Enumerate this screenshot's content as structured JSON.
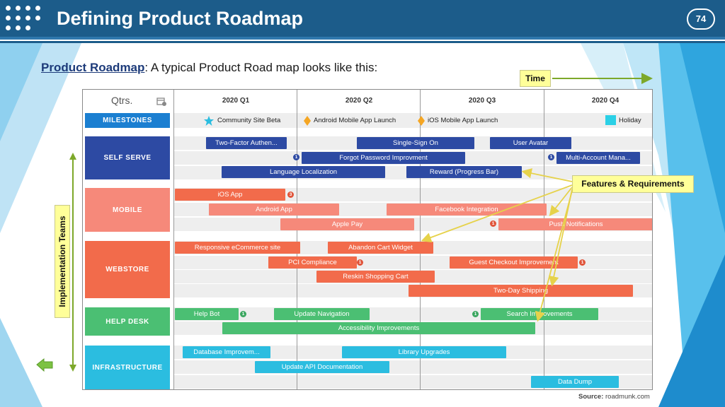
{
  "header": {
    "title": "Defining Product Roadmap",
    "page_number": "74"
  },
  "intro": {
    "lead": "Product Roadmap",
    "rest": ": A typical Product Road map looks like this:"
  },
  "roadmap": {
    "corner_label": "Qtrs.",
    "quarters": [
      "2020 Q1",
      "2020 Q2",
      "2020 Q3",
      "2020 Q4"
    ],
    "milestones_label": "MILESTONES",
    "milestones": [
      "Community Site Beta",
      "Android Mobile App Launch",
      "iOS Mobile App Launch",
      "Holiday"
    ],
    "teams": [
      "SELF SERVE",
      "MOBILE",
      "WEBSTORE",
      "HELP DESK",
      "INFRASTRUCTURE"
    ],
    "bars": {
      "self_serve": [
        "Two-Factor Authen...",
        "Single-Sign On",
        "User Avatar",
        "Forgot Password Improvment",
        "Multi-Account Mana...",
        "Language Localization",
        "Reward (Progress Bar)"
      ],
      "mobile": [
        "iOS App",
        "Android App",
        "Facebook Integration",
        "Apple Pay",
        "Push Notifications"
      ],
      "webstore": [
        "Responsive eCommerce site",
        "Abandon Cart Widget",
        "PCI Compliance",
        "Guest Checkout Improvement",
        "Reskin Shopping Cart",
        "Two-Day Shipping"
      ],
      "help_desk": [
        "Help Bot",
        "Update Navigation",
        "Search Improvements",
        "Accessibility Improvements"
      ],
      "infrastructure": [
        "Database Improvem...",
        "Library Upgrades",
        "Update API Documentation",
        "Data Dump"
      ]
    },
    "badges": [
      "1",
      "1",
      "3",
      "1",
      "1",
      "1",
      "1",
      "1"
    ]
  },
  "callouts": {
    "time": "Time",
    "features": "Features & Requirements",
    "teams": "Implementation Teams"
  },
  "source": {
    "label": "Source:",
    "value": "roadmunk.com"
  },
  "colors": {
    "header": "#1c5c8a",
    "milestones": "#1b7fd1",
    "self_serve": "#2d4aa3",
    "mobile": "#f6897a",
    "webstore": "#f26b4b",
    "help_desk": "#4bbf73",
    "infrastructure": "#2bbde0",
    "callout": "#ffff99",
    "arrow": "#7da82a"
  },
  "icons": [
    "logo-dots",
    "calendar-icon",
    "star-icon",
    "diamond-icon",
    "square-icon",
    "back-arrow-icon"
  ]
}
